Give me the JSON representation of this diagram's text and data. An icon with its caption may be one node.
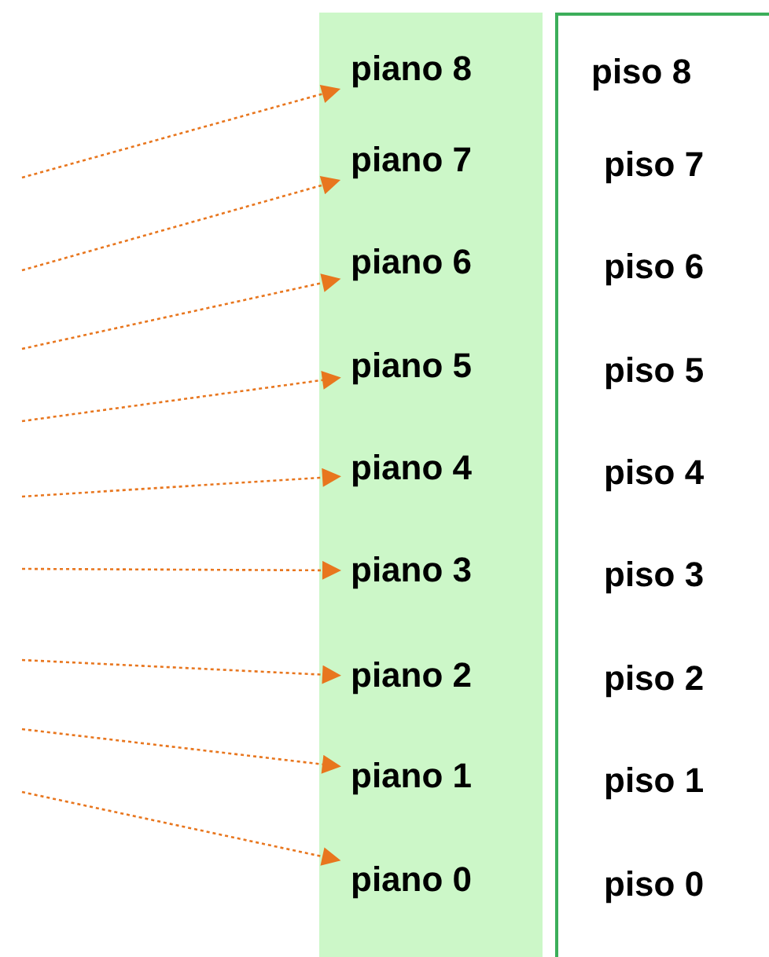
{
  "diagram": {
    "nodes": [
      {
        "text": [],
        "shape": "bar"
      },
      {
        "text": [
          "piano 8"
        ],
        "in": 0
      },
      {
        "text": [
          "piano 7"
        ],
        "in": 0
      },
      {
        "text": [
          "piano 6"
        ],
        "in": 0
      },
      {
        "text": [
          "piano 5"
        ],
        "in": 0
      },
      {
        "text": [
          "piano 4"
        ],
        "in": 0
      },
      {
        "text": [
          "piano 3"
        ],
        "in": 0
      },
      {
        "text": [
          "piano 2"
        ],
        "in": 0
      },
      {
        "text": [
          "piano 1"
        ],
        "in": 0
      },
      {
        "text": [
          "piano 0"
        ],
        "in": 0
      },
      {
        "text": [],
        "shape": "box"
      },
      {
        "text": [
          "piso 8"
        ],
        "in": 10
      },
      {
        "text": [
          "piso 7"
        ],
        "in": 10
      },
      {
        "text": [
          "piso 6"
        ],
        "in": 10
      },
      {
        "text": [
          "piso 5"
        ],
        "in": 10
      },
      {
        "text": [
          "piso 4"
        ],
        "in": 10
      },
      {
        "text": [
          "piso 3"
        ],
        "in": 10
      },
      {
        "text": [
          "piso 2"
        ],
        "in": 10
      },
      {
        "text": [
          "piso 1"
        ],
        "in": 10
      },
      {
        "text": [
          "piso 0"
        ],
        "in": 10
      }
    ],
    "edges": [
      {
        "from": null,
        "to": 1,
        "arrow": "to",
        "style": "dashed"
      },
      {
        "from": null,
        "to": 2,
        "arrow": "to",
        "style": "dashed"
      },
      {
        "from": null,
        "to": 3,
        "arrow": "to",
        "style": "dashed"
      },
      {
        "from": null,
        "to": 4,
        "arrow": "to",
        "style": "dashed"
      },
      {
        "from": null,
        "to": 5,
        "arrow": "to",
        "style": "dashed"
      },
      {
        "from": null,
        "to": 6,
        "arrow": "to",
        "style": "dashed"
      },
      {
        "from": null,
        "to": 7,
        "arrow": "to",
        "style": "dashed"
      },
      {
        "from": null,
        "to": 8,
        "arrow": "to",
        "style": "dashed"
      },
      {
        "from": null,
        "to": 9,
        "arrow": "to",
        "style": "dashed"
      }
    ]
  }
}
